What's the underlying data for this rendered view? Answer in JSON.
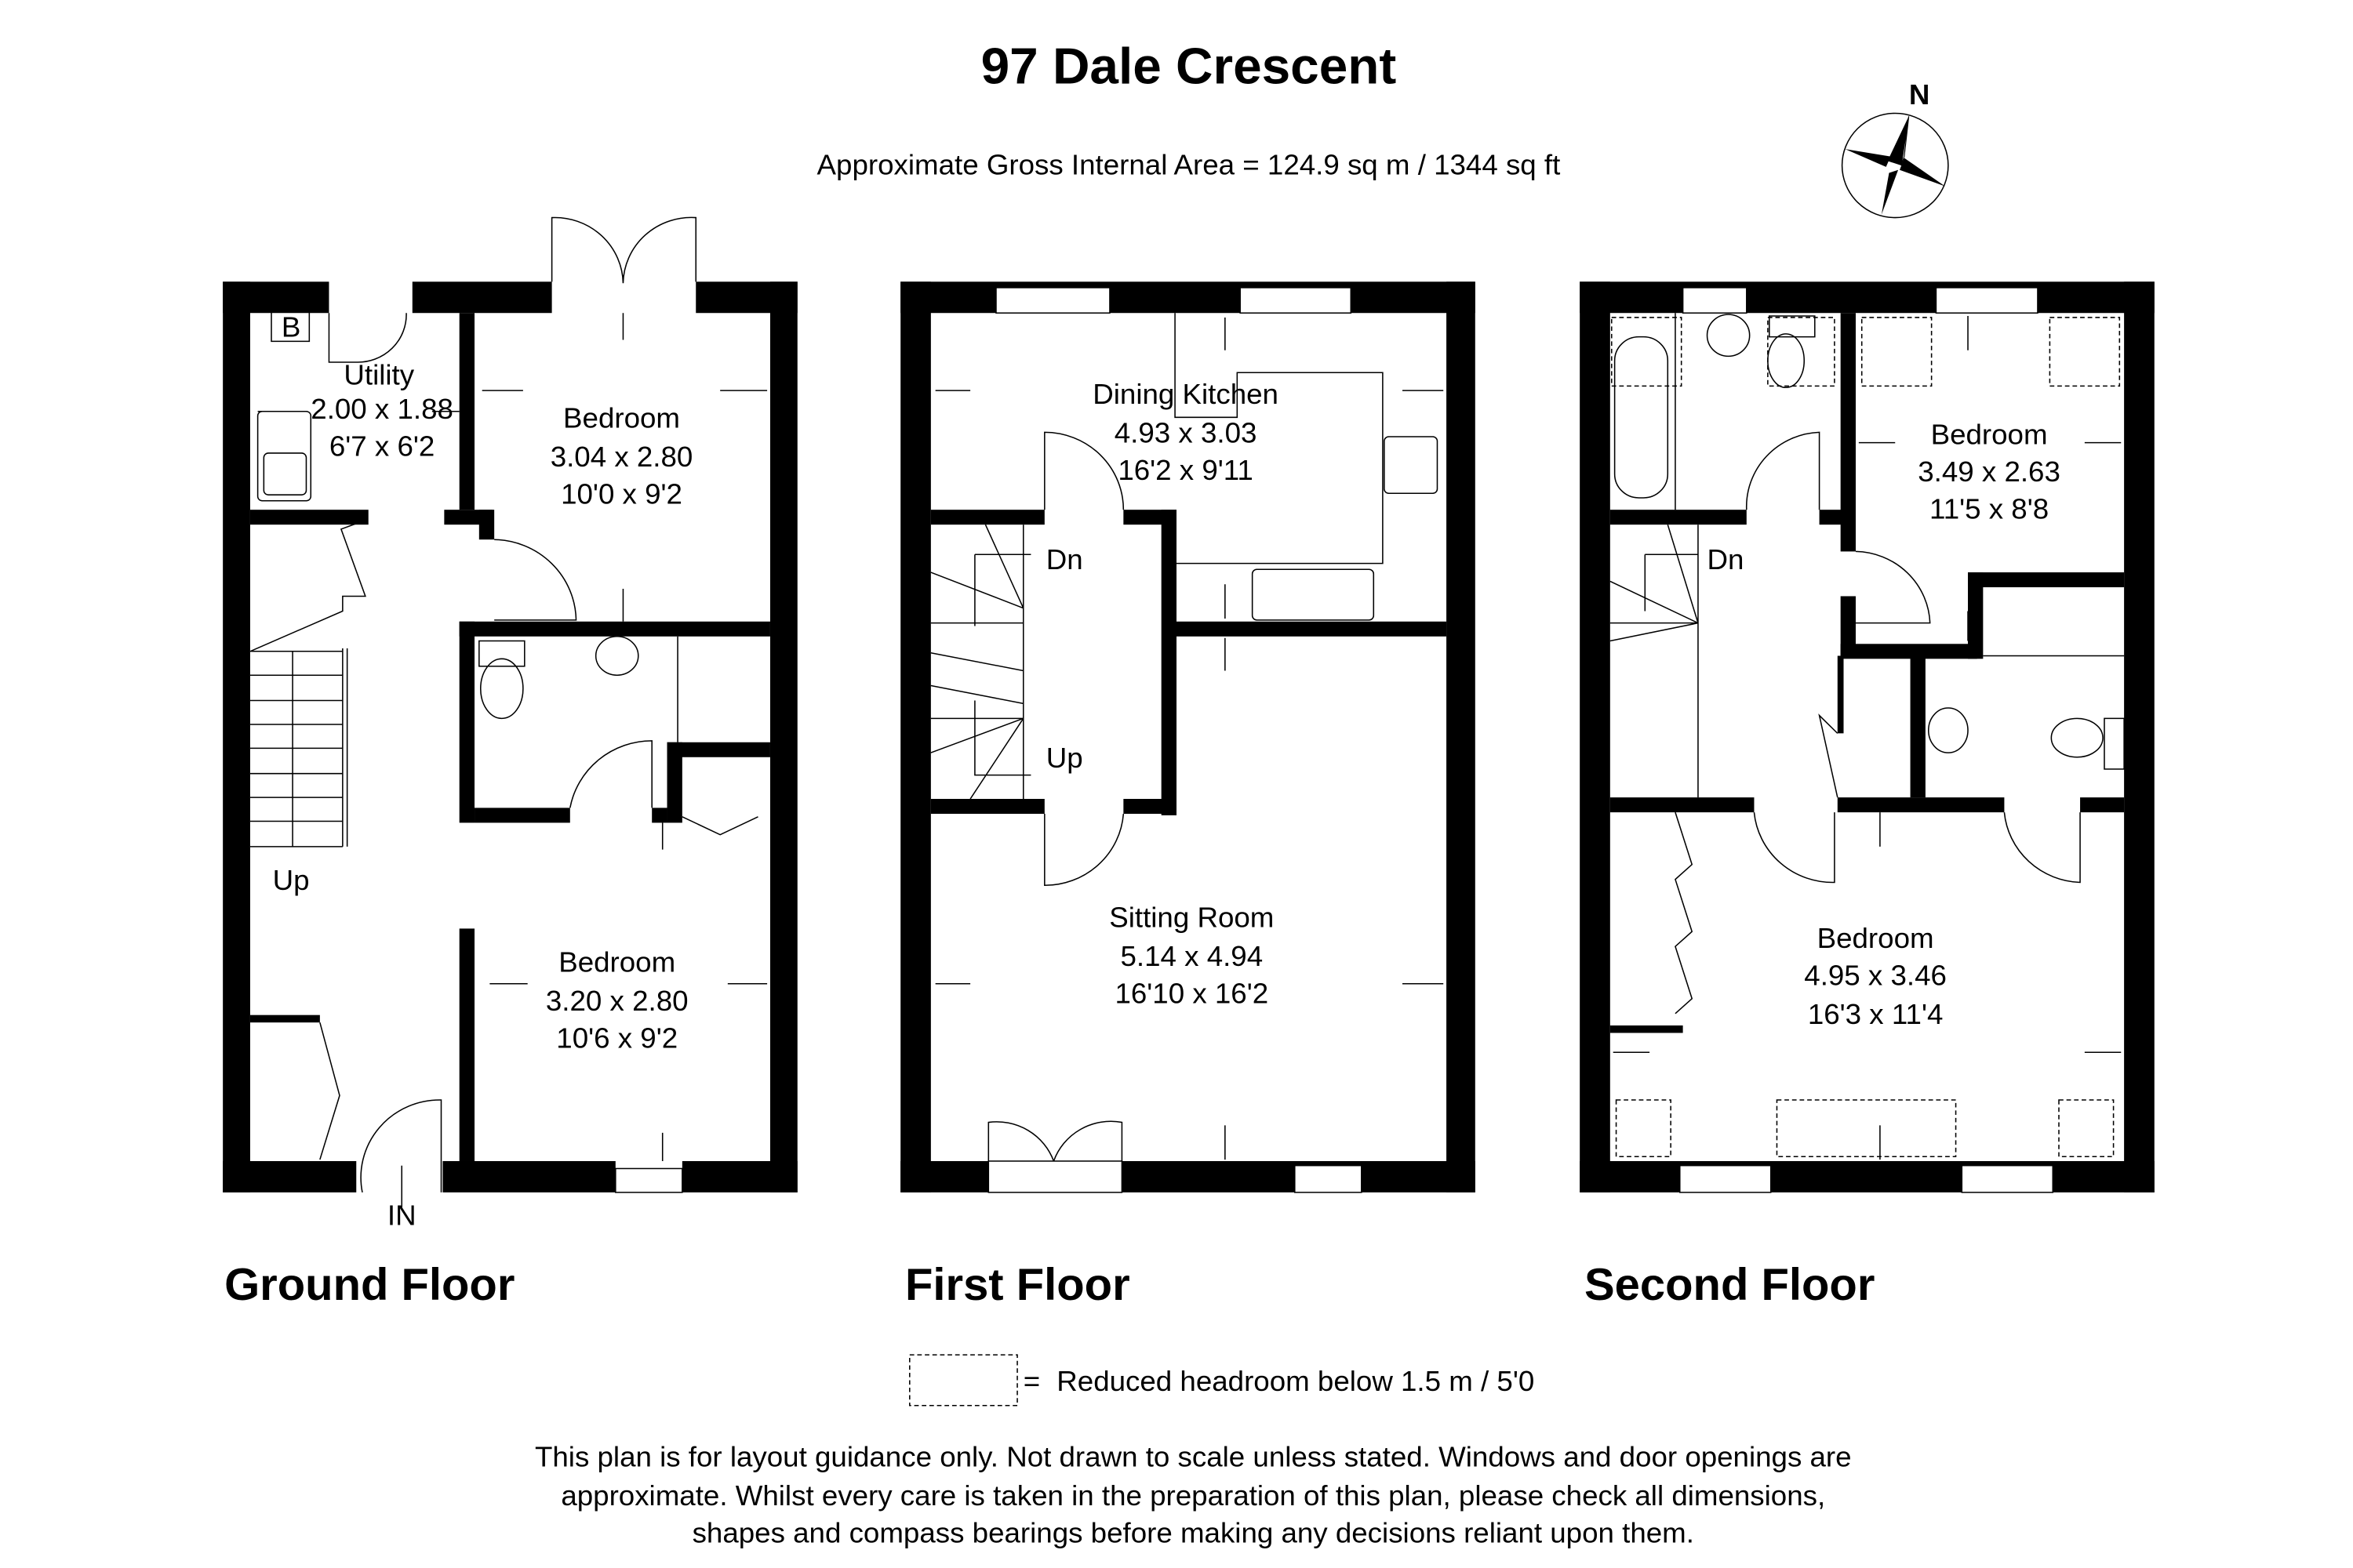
{
  "header": {
    "title": "97 Dale Crescent",
    "area": "Approximate Gross Internal Area = 124.9 sq m / 1344 sq ft",
    "compass_label": "N"
  },
  "floors": [
    {
      "name": "Ground Floor",
      "rooms": [
        {
          "name": "Utility",
          "metric": "2.00 x 1.88",
          "imperial": "6'7 x 6'2"
        },
        {
          "name": "Bedroom",
          "metric": "3.04 x 2.80",
          "imperial": "10'0 x 9'2"
        },
        {
          "name": "Bedroom",
          "metric": "3.20 x 2.80",
          "imperial": "10'6 x 9'2"
        }
      ],
      "labels": {
        "boiler": "B",
        "stairs": "Up",
        "entrance": "IN"
      }
    },
    {
      "name": "First Floor",
      "rooms": [
        {
          "name": "Dining Kitchen",
          "metric": "4.93 x 3.03",
          "imperial": "16'2 x 9'11"
        },
        {
          "name": "Sitting Room",
          "metric": "5.14 x 4.94",
          "imperial": "16'10 x 16'2"
        }
      ],
      "labels": {
        "stairs_down": "Dn",
        "stairs_up": "Up"
      }
    },
    {
      "name": "Second Floor",
      "rooms": [
        {
          "name": "Bedroom",
          "metric": "3.49 x 2.63",
          "imperial": "11'5 x 8'8"
        },
        {
          "name": "Bedroom",
          "metric": "4.95 x 3.46",
          "imperial": "16'3 x 11'4"
        }
      ],
      "labels": {
        "stairs_down": "Dn"
      }
    }
  ],
  "legend": {
    "symbol": "=",
    "text": "Reduced headroom below 1.5 m / 5'0"
  },
  "disclaimer": {
    "line1": "This plan is for layout guidance only. Not drawn to scale unless stated. Windows and door openings are",
    "line2": "approximate. Whilst every care is taken in the preparation of this plan, please check all dimensions,",
    "line3": "shapes and compass bearings before making any decisions reliant upon them."
  }
}
